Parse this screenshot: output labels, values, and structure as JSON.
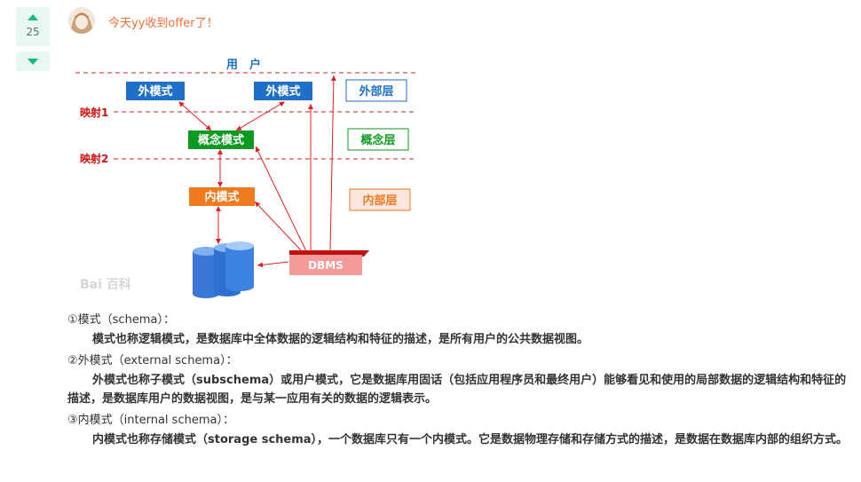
{
  "vote": {
    "count": "25"
  },
  "post": {
    "username": "今天yy收到offer了！"
  },
  "diagram": {
    "user_label": "用　户",
    "ext_schema_1": "外模式",
    "ext_schema_2": "外模式",
    "concept_schema": "概念模式",
    "internal_schema": "内模式",
    "dbms": "DBMS",
    "ext_layer": "外部层",
    "concept_layer": "概念层",
    "internal_layer": "内部层",
    "map1": "映射1",
    "map2": "映射2",
    "watermark": "Bai 百科"
  },
  "definitions": [
    {
      "heading": "①模式（schema）：",
      "body": "模式也称逻辑模式，是数据库中全体数据的逻辑结构和特征的描述，是所有用户的公共数据视图。"
    },
    {
      "heading": "②外模式（external schema）：",
      "body": "外模式也称子模式（subschema）或用户模式，它是数据库用固话（包括应用程序员和最终用户）能够看见和使用的局部数据的逻辑结构和特征的描述，是数据库用户的数据视图，是与某一应用有关的数据的逻辑表示。"
    },
    {
      "heading": "③内模式（internal schema）：",
      "body": "内模式也称存储模式（storage schema），一个数据库只有一个内模式。它是数据物理存储和存储方式的描述，是数据在数据库内部的组织方式。"
    }
  ],
  "colors": {
    "accent": "#12b886",
    "username": "#f16d37",
    "ext_blue": "#1e6fc8",
    "concept_green": "#0e9a22",
    "internal_orange": "#f07a1e",
    "dbms_red": "#f08a8a",
    "arrow_red": "#e02020"
  }
}
